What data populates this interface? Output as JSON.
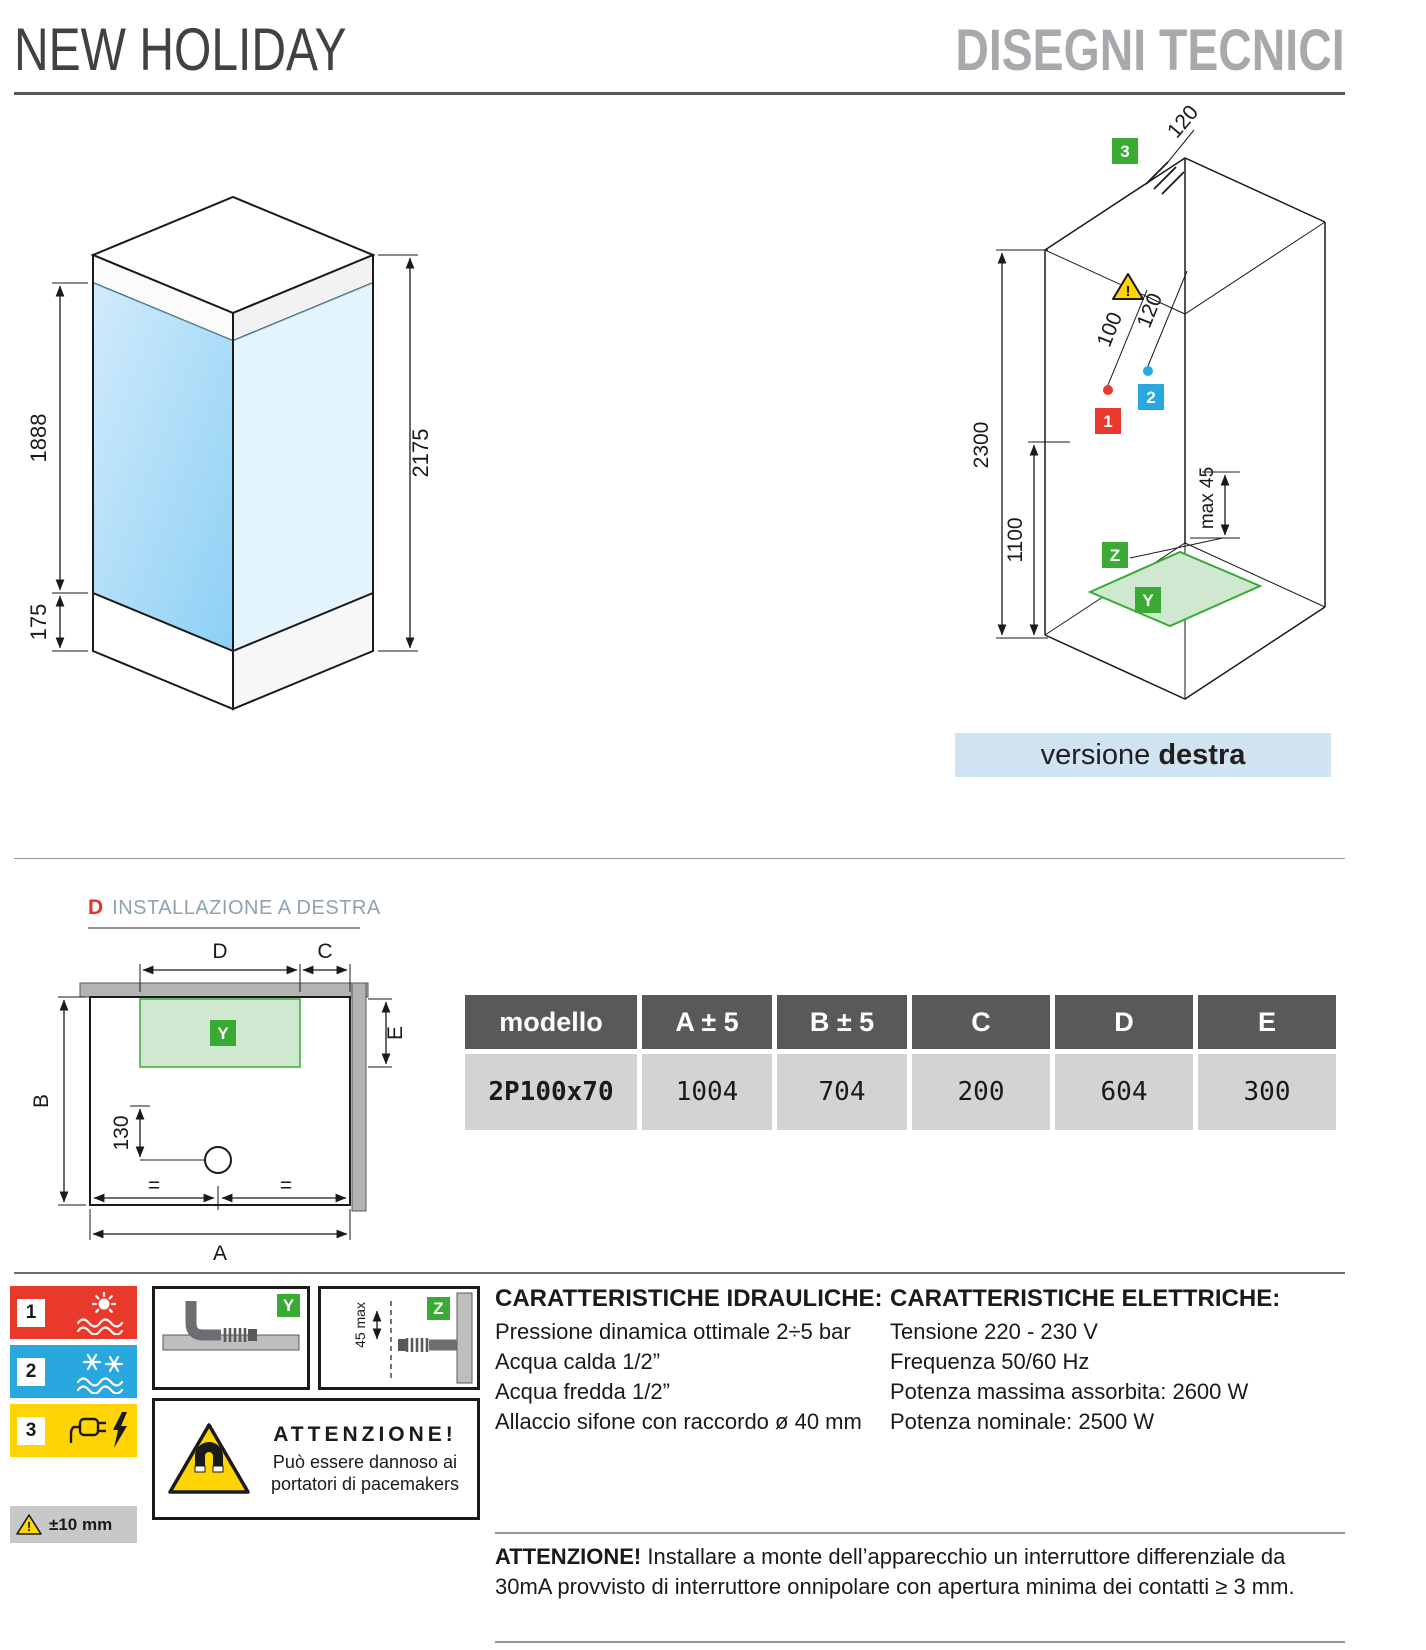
{
  "header": {
    "title_left": "NEW HOLIDAY",
    "title_right": "DISEGNI TECNICI"
  },
  "iso": {
    "glass_height": "1888",
    "tray_height": "175",
    "total_height": "2175"
  },
  "install": {
    "marker_3": "3",
    "dim_top": "120",
    "warning": "!",
    "dim_hot": "100",
    "dim_cold": "120",
    "marker_1": "1",
    "marker_2": "2",
    "dim_height": "2300",
    "dim_mixer": "1100",
    "dim_max": "max 45",
    "label_z": "Z",
    "label_y": "Y",
    "caption_normal": "versione ",
    "caption_bold": "destra"
  },
  "plan": {
    "heading_letter": "D",
    "heading_text": "INSTALLAZIONE A DESTRA",
    "label_d": "D",
    "label_c": "C",
    "label_e": "E",
    "label_b": "B",
    "label_a": "A",
    "label_y": "Y",
    "dim_drain": "130",
    "eq_left": "=",
    "eq_right": "="
  },
  "table": {
    "headers": [
      "modello",
      "A ± 5",
      "B ± 5",
      "C",
      "D",
      "E"
    ],
    "rows": [
      [
        "2P100x70",
        "1004",
        "704",
        "200",
        "604",
        "300"
      ]
    ]
  },
  "legend": {
    "item1": "1",
    "item2": "2",
    "item3": "3",
    "tolerance": "±10 mm",
    "tol_warning": "!"
  },
  "diagrams": {
    "label_y": "Y",
    "label_z": "Z",
    "dim_z": "45 max"
  },
  "magnet_warning": {
    "title": "ATTENZIONE!",
    "line1": "Può essere dannoso ai",
    "line2": "portatori di pacemakers"
  },
  "hydraulic": {
    "title": "CARATTERISTICHE IDRAULICHE:",
    "lines": [
      "Pressione dinamica ottimale 2÷5 bar",
      "Acqua calda 1/2”",
      "Acqua fredda 1/2”",
      "Allaccio sifone con raccordo ø 40 mm"
    ]
  },
  "electric": {
    "title": "CARATTERISTICHE ELETTRICHE:",
    "lines": [
      "Tensione 220 - 230 V",
      "Frequenza 50/60 Hz",
      "Potenza massima assorbita: 2600 W",
      "Potenza nominale: 2500 W"
    ]
  },
  "attention": {
    "label": "ATTENZIONE!",
    "text": " Installare a monte dell’apparecchio un interruttore differenziale da 30mA provvisto di interruttore onnipolare con apertura minima dei contatti ≥ 3 mm."
  }
}
